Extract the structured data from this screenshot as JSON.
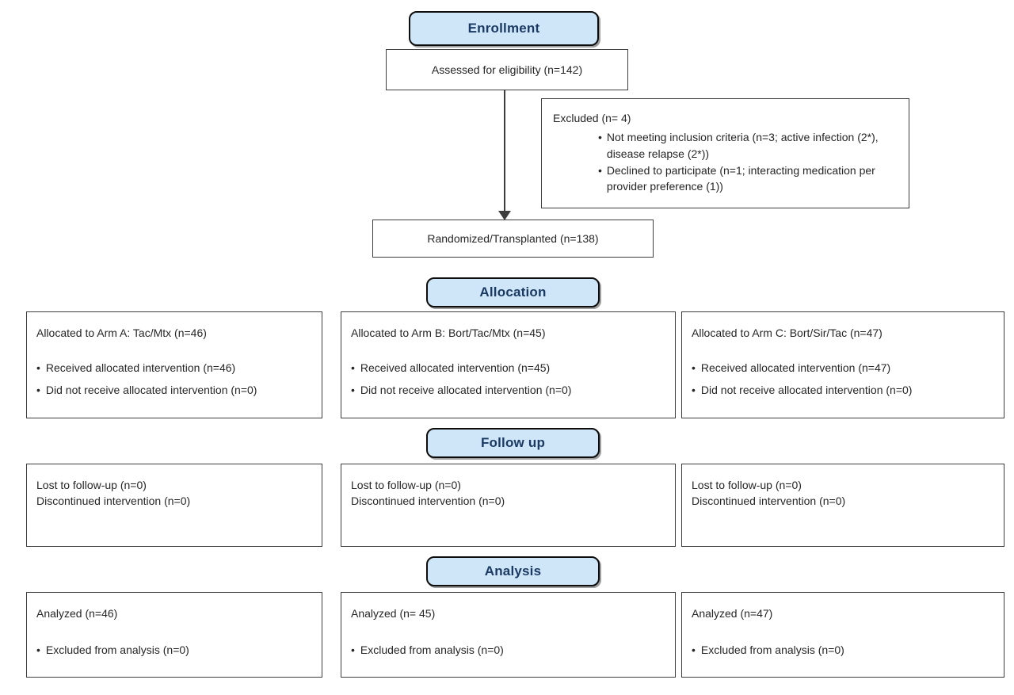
{
  "bullet": "•",
  "colors": {
    "phase_fill": "#cfe6f8",
    "phase_border": "#0d0d0d",
    "phase_text": "#1b3a63",
    "box_border": "#3d3d3d",
    "body_text": "#262626",
    "background": "#ffffff"
  },
  "enrollment": {
    "phase_label": "Enrollment",
    "assessed": "Assessed for eligibility (n=142)",
    "excluded_title": "Excluded (n= 4)",
    "excluded_bullet_1": "Not meeting inclusion criteria (n=3; active infection (2*), disease relapse (2*))",
    "excluded_bullet_2": "Declined to participate (n=1; interacting medication per provider preference (1))",
    "randomized": "Randomized/Transplanted (n=138)"
  },
  "allocation": {
    "phase_label": "Allocation",
    "arms": [
      {
        "title": "Allocated to Arm A: Tac/Mtx (n=46)",
        "received": "Received allocated intervention (n=46)",
        "not_received": "Did not receive allocated intervention (n=0)"
      },
      {
        "title": "Allocated to Arm B: Bort/Tac/Mtx (n=45)",
        "received": "Received allocated intervention (n=45)",
        "not_received": "Did not receive allocated intervention (n=0)"
      },
      {
        "title": "Allocated to Arm C: Bort/Sir/Tac (n=47)",
        "received": "Received allocated intervention (n=47)",
        "not_received": "Did not receive allocated intervention (n=0)"
      }
    ]
  },
  "followup": {
    "phase_label": "Follow up",
    "arms": [
      {
        "lost": "Lost to follow-up (n=0)",
        "discontinued": "Discontinued intervention (n=0)"
      },
      {
        "lost": "Lost to follow-up (n=0)",
        "discontinued": "Discontinued intervention (n=0)"
      },
      {
        "lost": "Lost to follow-up (n=0)",
        "discontinued": "Discontinued intervention (n=0)"
      }
    ]
  },
  "analysis": {
    "phase_label": "Analysis",
    "arms": [
      {
        "analyzed": "Analyzed (n=46)",
        "excluded_from_analysis": "Excluded from analysis (n=0)"
      },
      {
        "analyzed": "Analyzed (n= 45)",
        "excluded_from_analysis": "Excluded from analysis (n=0)"
      },
      {
        "analyzed": "Analyzed (n=47)",
        "excluded_from_analysis": "Excluded from analysis (n=0)"
      }
    ]
  }
}
